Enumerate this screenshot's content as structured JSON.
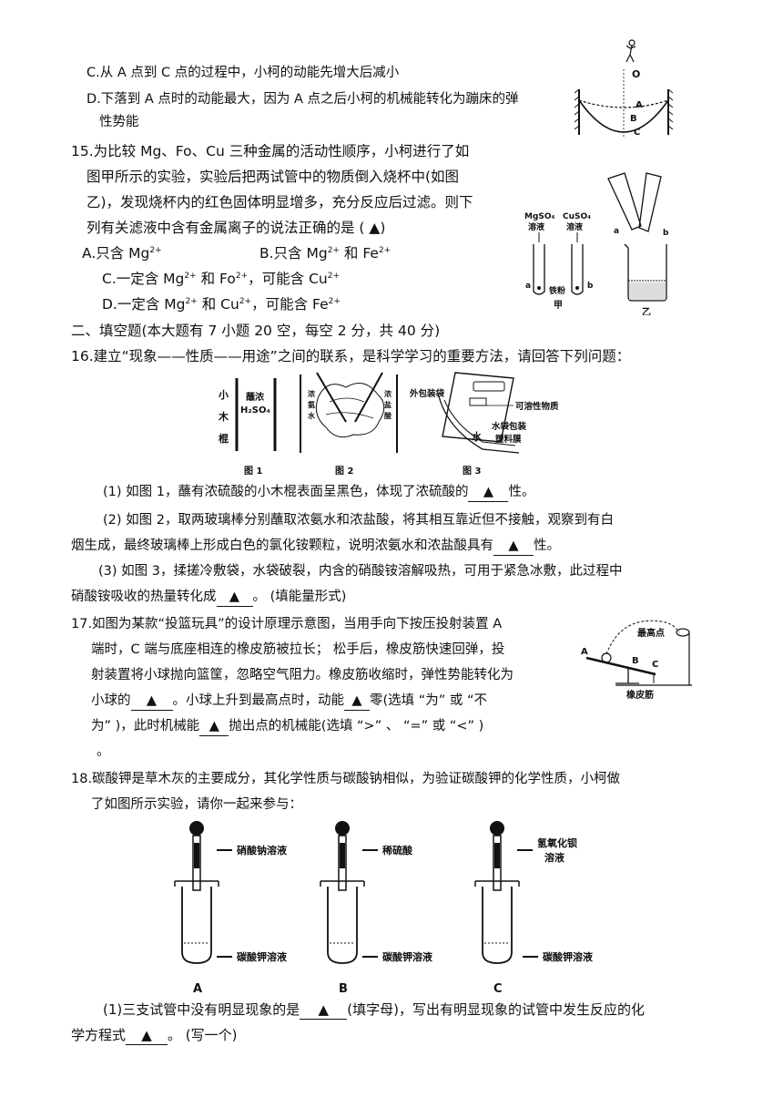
{
  "q14": {
    "optC": "C.从 A 点到 C 点的过程中，小柯的动能先增大后减小",
    "optD_1": "D.下落到 A 点时的动能最大，因为 A 点之后小柯的机械能转化为蹦床的弹",
    "optD_2": "性势能",
    "fig_labels": [
      "O",
      "A",
      "B",
      "C"
    ]
  },
  "q15": {
    "line1": "15.为比较 Mg、Fo、Cu 三种金属的活动性顺序，小柯进行了如",
    "line2": "图甲所示的实验，实验后把两试管中的物质倒入烧杯中(如图",
    "line3": "乙)，发现烧杯内的红色固体明显增多，充分反应后过滤。则下",
    "line4": "列有关滤液中含有金属离子的说法正确的是 ( ▲)",
    "optA": "A.只含 Mg",
    "optB": "B.只含 Mg",
    "optB_tail": " 和 Fe",
    "optC_a": "C.一定含 Mg",
    "optC_b": " 和 Fo",
    "optC_c": "，可能含 Cu",
    "optD_a": "D.一定含 Mg",
    "optD_b": " 和 Cu",
    "optD_c": "，可能含 Fe",
    "sup2": "2+",
    "fig": {
      "mgso4": "MgSO₄",
      "mgso4_sol": "溶液",
      "cuso4": "CuSO₄",
      "cuso4_sol": "溶液",
      "a": "a",
      "b": "b",
      "iron": "铁粉",
      "jia": "甲",
      "yi": "乙"
    }
  },
  "section2": "二、填空题(本大题有 7 小题 20 空，每空 2 分，共 40 分)",
  "q16": {
    "stem": "16.建立“现象——性质——用途”之间的联系，是科学学习的重要方法，请回答下列问题：",
    "fig1_stick": [
      "小",
      "木",
      "棍"
    ],
    "fig1_acid1": "蘸浓",
    "fig1_acid2": "H₂SO₄",
    "fig2_left": [
      "浓",
      "氨",
      "水"
    ],
    "fig2_right": [
      "浓",
      "盐",
      "酸"
    ],
    "fig3_outer": "外包装袋",
    "fig3_soluble": "可溶性物质",
    "fig3_water": "水",
    "fig3_bag1": "水袋包装",
    "fig3_bag2": "塑料膜",
    "cap1": "图 1",
    "cap2": "图 2",
    "cap3": "图 3",
    "p1_a": "(1) 如图 1，蘸有浓硫酸的小木棍表面呈黑色，体现了浓硫酸的",
    "p1_b": "性。",
    "p2_a": "(2) 如图 2，取两玻璃棒分别蘸取浓氨水和浓盐酸，将其相互靠近但不接触，观察到有白",
    "p2_b": "烟生成，最终玻璃棒上形成白色的氯化铵颗粒，说明浓氨水和浓盐酸具有",
    "p2_c": "性。",
    "p3_a": "(3) 如图 3，揉搓冷敷袋，水袋破裂，内含的硝酸铵溶解吸热，可用于紧急冰敷，此过程中",
    "p3_b": "硝酸铵吸收的热量转化成",
    "p3_c": "。 (填能量形式)"
  },
  "q17": {
    "l1": "17.如图为某款“投篮玩具”的设计原理示意图，当用手向下按压投射装置 A",
    "l2": "端时，C 端与底座相连的橡皮筋被拉长； 松手后，橡皮筋快速回弹，投",
    "l3": "射装置将小球抛向篮筐，忽略空气阻力。橡皮筋收缩时，弹性势能转化为",
    "l4_a": "小球的",
    "l4_b": "。小球上升到最高点时，动能",
    "l4_c": "零(选填 “为” 或 “不",
    "l5_a": "为” )，此时机械能",
    "l5_b": "抛出点的机械能(选填 “>” 、 “=” 或 “<” )",
    "l6": "。",
    "fig": {
      "top": "最高点",
      "A": "A",
      "B": "B",
      "C": "C",
      "band": "橡皮筋"
    }
  },
  "q18": {
    "l1": "18.碳酸钾是草木灰的主要成分，其化学性质与碳酸钠相似，为验证碳酸钾的化学性质，小柯做",
    "l2": "了如图所示实验，请你一起来参与：",
    "tubes": [
      {
        "reagent": "硝酸钠溶液",
        "reagent2": "",
        "base": "碳酸钾溶液",
        "letter": "A"
      },
      {
        "reagent": "稀硫酸",
        "reagent2": "",
        "base": "碳酸钾溶液",
        "letter": "B"
      },
      {
        "reagent": "氢氧化钡",
        "reagent2": "溶液",
        "base": "碳酸钾溶液",
        "letter": "C"
      }
    ],
    "p1_a": "(1)三支试管中没有明显现象的是",
    "p1_b": "(填字母)，写出有明显现象的试管中发生反应的化",
    "p2_a": "学方程式",
    "p2_b": "。 (写一个)"
  },
  "blank_mark": "▲"
}
